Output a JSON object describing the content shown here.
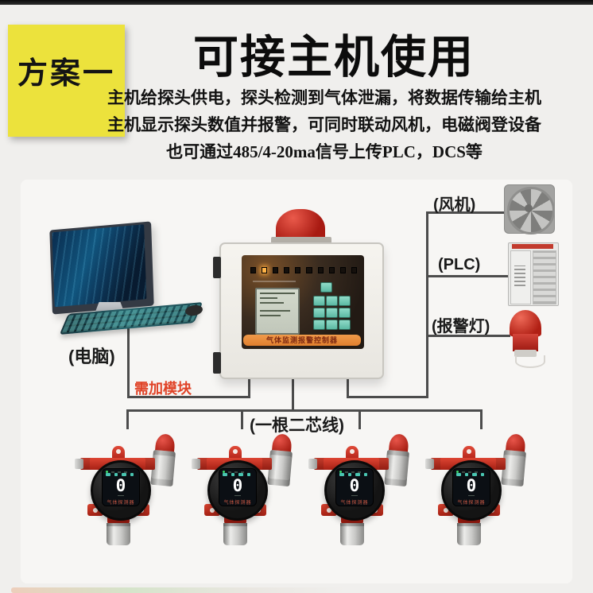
{
  "page": {
    "badge": "方案一",
    "title": "可接主机使用",
    "description_lines": [
      "主机给探头供电，探头检测到气体泄漏，将数据传输给主机",
      "主机显示探头数值并报警，可同时联动风机，电磁阀登设备",
      "也可通过485/4-20ma信号上传PLC，DCS等"
    ]
  },
  "diagram": {
    "labels": {
      "computer": "(电脑)",
      "module_note": "需加模块",
      "fan": "(风机)",
      "plc": "(PLC)",
      "alarm_light": "(报警灯)",
      "bus_wire": "(一根二芯线)"
    },
    "controller": {
      "panel_label": "气体监测报警控制器",
      "led_count": 10,
      "active_led_index": 2
    },
    "detectors": [
      {
        "value": "0",
        "label": "气体探测器"
      },
      {
        "value": "0",
        "label": "气体探测器"
      },
      {
        "value": "0",
        "label": "气体探测器"
      },
      {
        "value": "0",
        "label": "气体探测器"
      }
    ],
    "colors": {
      "badge_yellow": "#ECE23C",
      "device_red": "#C0271F",
      "panel_orange": "#E8883A",
      "wire_gray": "#4C4C4C",
      "note_red": "#E04327",
      "keypad_teal": "#6FC9B4"
    }
  }
}
